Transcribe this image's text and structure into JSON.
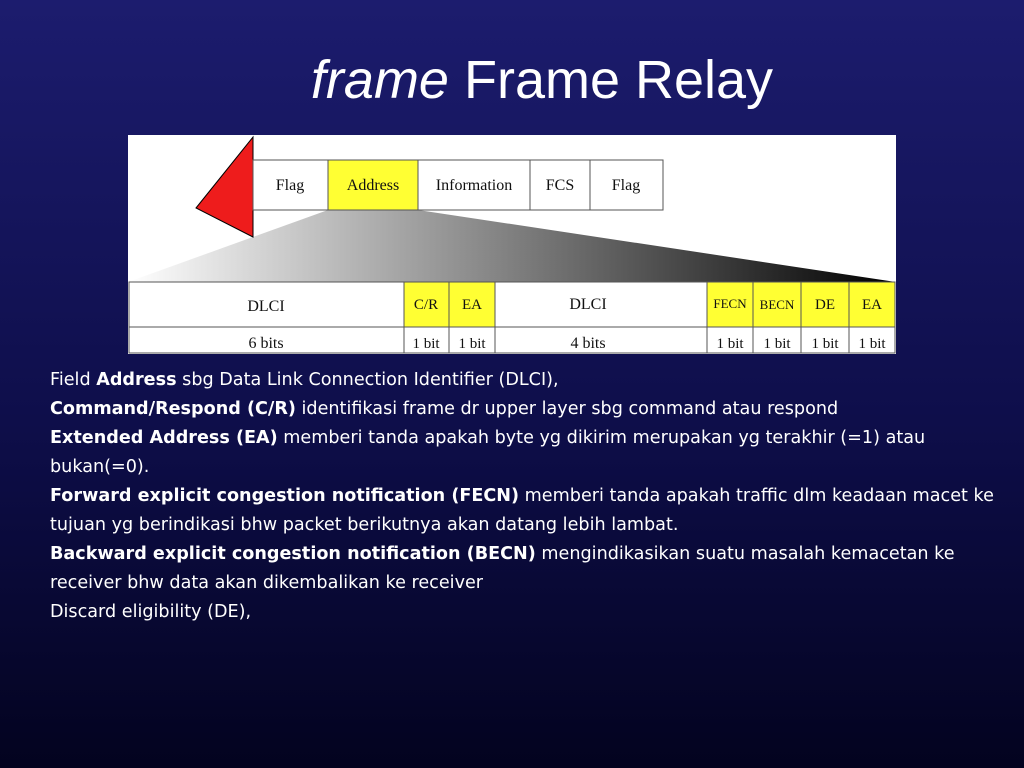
{
  "title": {
    "italic": "frame",
    "main": "Frame Relay"
  },
  "diagram": {
    "frame_fields": [
      {
        "label": "Flag",
        "highlight": false
      },
      {
        "label": "Address",
        "highlight": true
      },
      {
        "label": "Information",
        "highlight": false
      },
      {
        "label": "FCS",
        "highlight": false
      },
      {
        "label": "Flag",
        "highlight": false
      }
    ],
    "address_fields": [
      {
        "label": "DLCI",
        "bits": "6 bits",
        "highlight": false
      },
      {
        "label": "C/R",
        "bits": "1 bit",
        "highlight": true
      },
      {
        "label": "EA",
        "bits": "1 bit",
        "highlight": true
      },
      {
        "label": "DLCI",
        "bits": "4 bits",
        "highlight": false
      },
      {
        "label": "FECN",
        "bits": "1 bit",
        "highlight": true
      },
      {
        "label": "BECN",
        "bits": "1 bit",
        "highlight": true
      },
      {
        "label": "DE",
        "bits": "1 bit",
        "highlight": true
      },
      {
        "label": "EA",
        "bits": "1 bit",
        "highlight": true
      }
    ],
    "colors": {
      "highlight": "#ffff33",
      "arrow": "#ee1c1c",
      "gradient_start": "#ffffff",
      "gradient_end": "#000000"
    }
  },
  "body": {
    "p1": {
      "prefix": "Field ",
      "bold": "Address",
      "rest": " sbg Data Link Connection Identifier (DLCI),"
    },
    "p2": {
      "bold": "Command/Respond (C/R)",
      "rest": " identifikasi frame dr upper layer sbg command atau respond"
    },
    "p3": {
      "bold": "Extended Address (EA)",
      "rest": " memberi tanda apakah byte yg dikirim merupakan yg terakhir (=1) atau bukan(=0)."
    },
    "p4": {
      "bold": "Forward explicit congestion notification (FECN)",
      "rest": " memberi tanda apakah traffic dlm keadaan macet ke tujuan yg berindikasi bhw packet berikutnya akan datang lebih lambat."
    },
    "p5": {
      "bold": "Backward explicit congestion notification (BECN)",
      "rest": " mengindikasikan suatu masalah kemacetan ke receiver bhw data akan dikembalikan ke receiver"
    },
    "p6": {
      "text": "Discard eligibility (DE),"
    }
  }
}
